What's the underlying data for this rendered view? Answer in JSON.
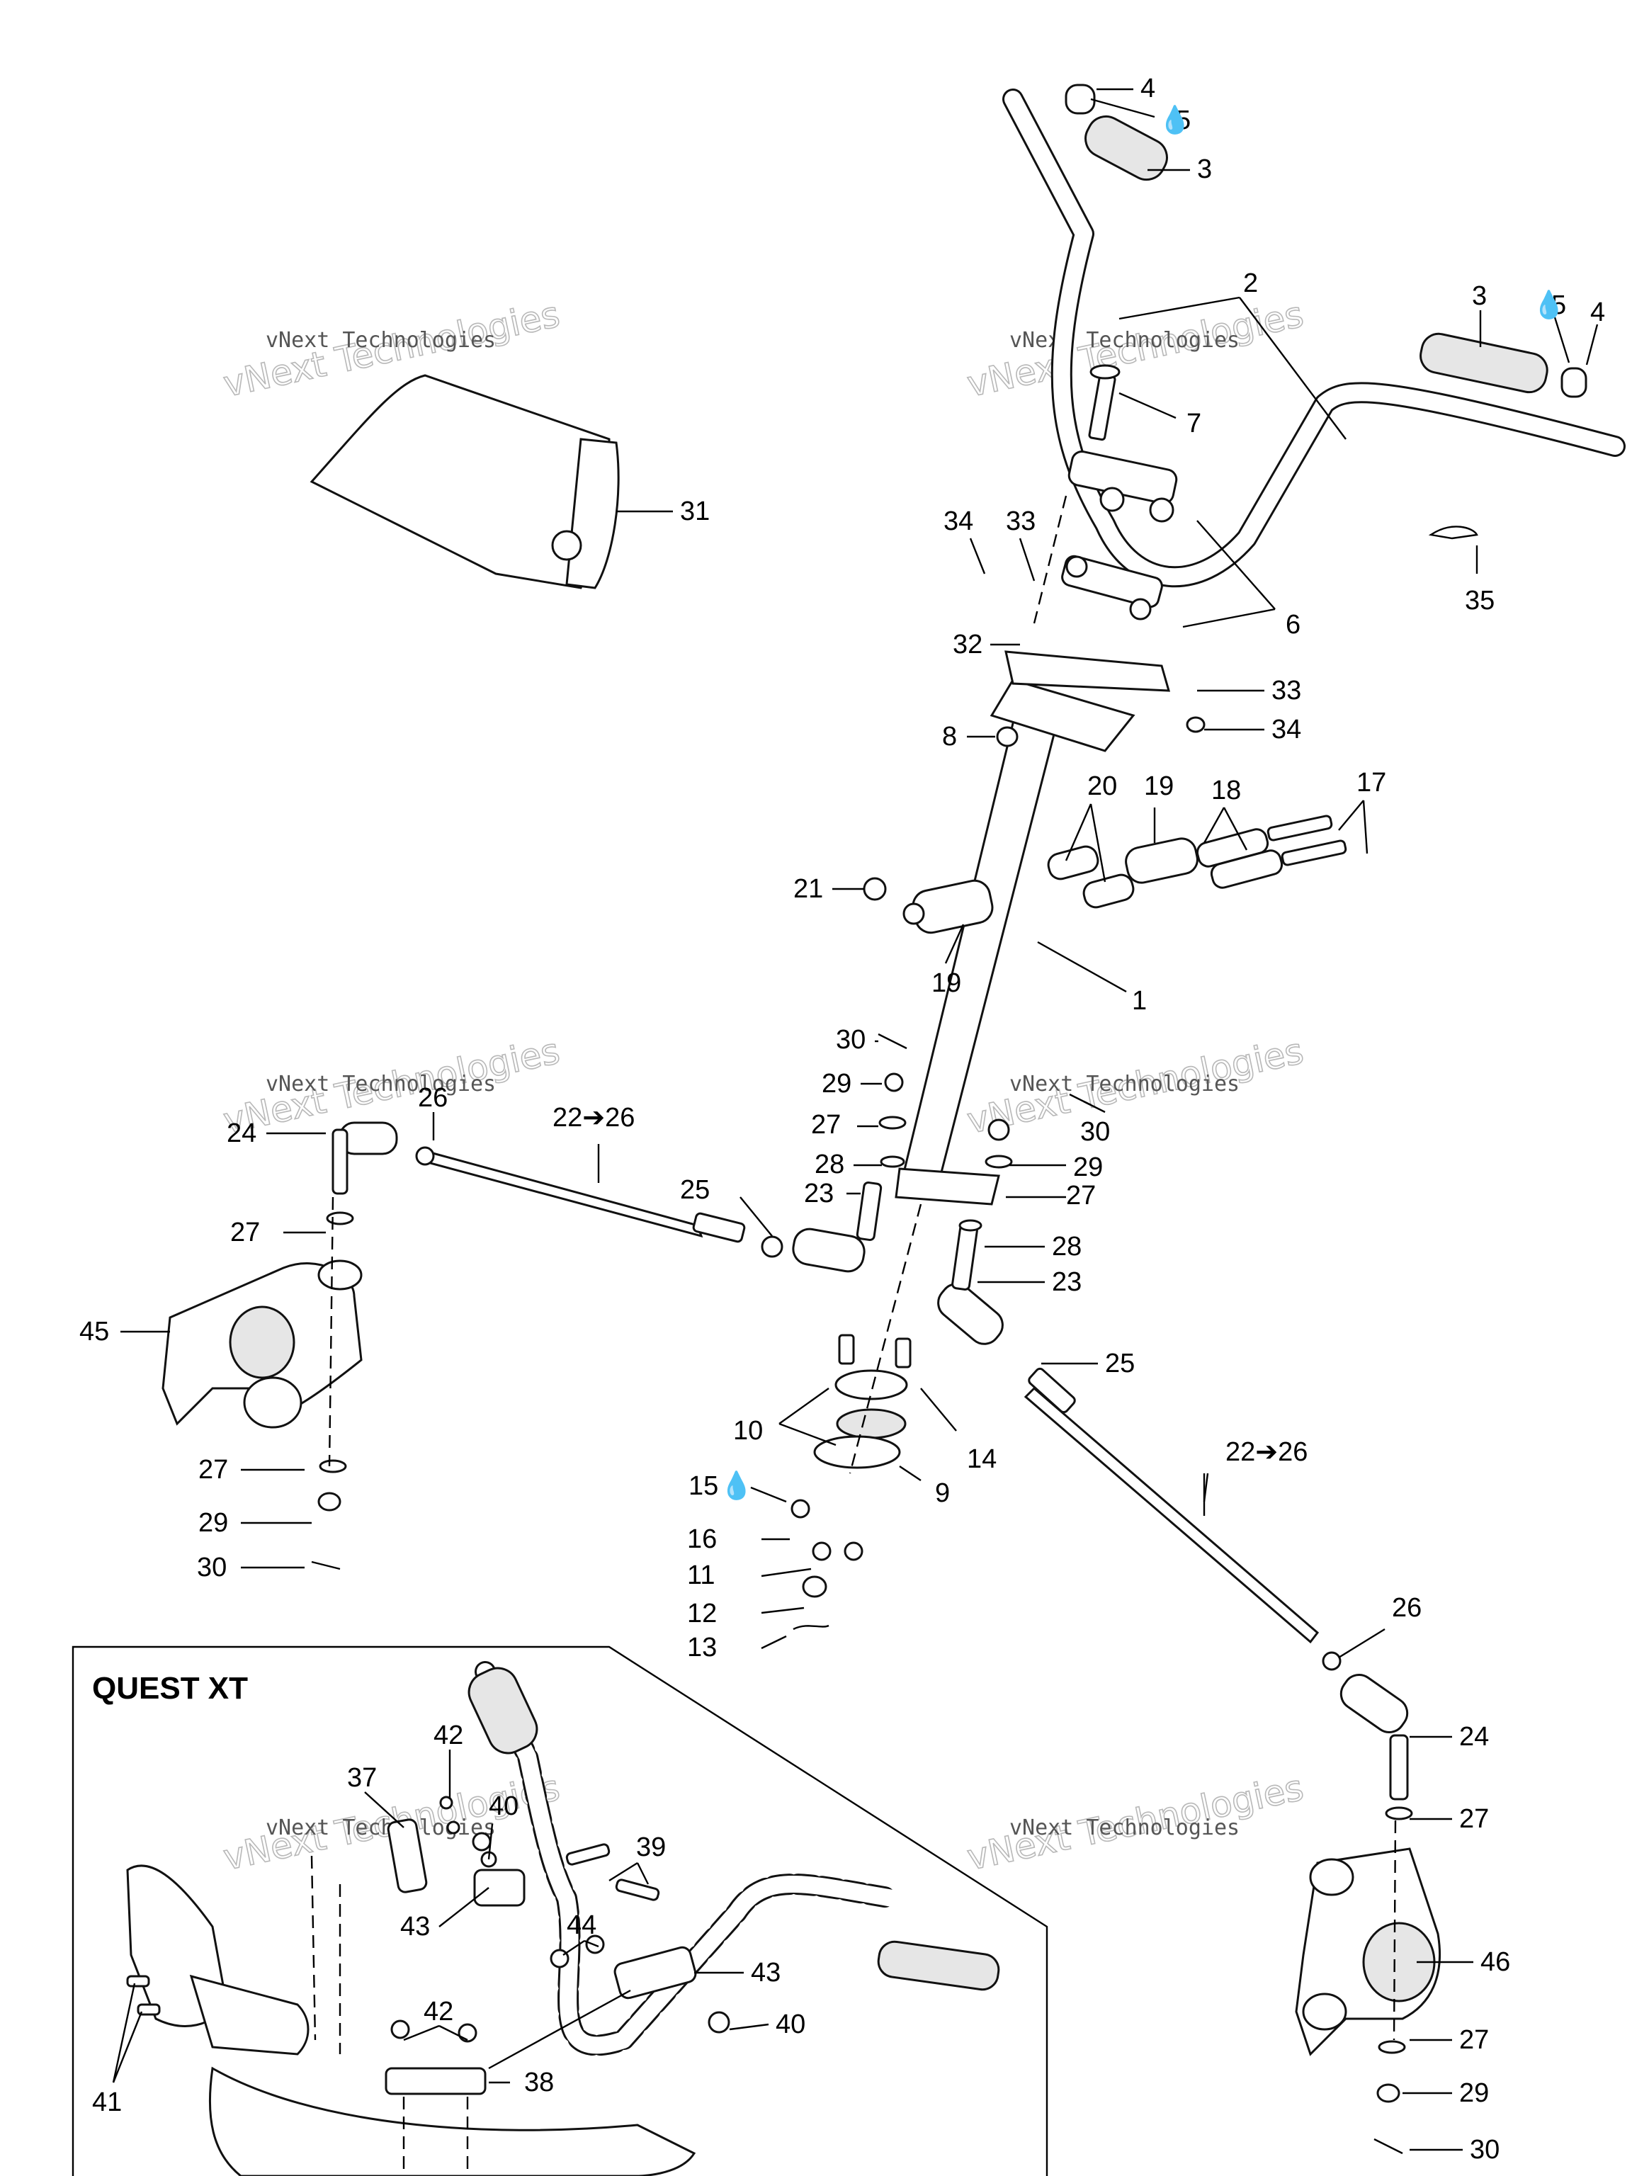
{
  "inset_title": "QUEST XT",
  "watermark": {
    "large": "vNext Technologies",
    "small": "vNext Technologies"
  },
  "callouts": [
    {
      "label": "4"
    },
    {
      "label": "5"
    },
    {
      "label": "3"
    },
    {
      "label": "2"
    },
    {
      "label": "3"
    },
    {
      "label": "5"
    },
    {
      "label": "4"
    },
    {
      "label": "7"
    },
    {
      "label": "31"
    },
    {
      "label": "34"
    },
    {
      "label": "33"
    },
    {
      "label": "6"
    },
    {
      "label": "35"
    },
    {
      "label": "32"
    },
    {
      "label": "33"
    },
    {
      "label": "34"
    },
    {
      "label": "8"
    },
    {
      "label": "20"
    },
    {
      "label": "19"
    },
    {
      "label": "18"
    },
    {
      "label": "17"
    },
    {
      "label": "21"
    },
    {
      "label": "19"
    },
    {
      "label": "1"
    },
    {
      "label": "30"
    },
    {
      "label": "26"
    },
    {
      "label": "29"
    },
    {
      "label": "24"
    },
    {
      "label": "22➔26"
    },
    {
      "label": "27"
    },
    {
      "label": "30"
    },
    {
      "label": "28"
    },
    {
      "label": "29"
    },
    {
      "label": "25"
    },
    {
      "label": "23"
    },
    {
      "label": "27"
    },
    {
      "label": "27"
    },
    {
      "label": "28"
    },
    {
      "label": "23"
    },
    {
      "label": "45"
    },
    {
      "label": "25"
    },
    {
      "label": "10"
    },
    {
      "label": "14"
    },
    {
      "label": "22➔26"
    },
    {
      "label": "27"
    },
    {
      "label": "9"
    },
    {
      "label": "15"
    },
    {
      "label": "29"
    },
    {
      "label": "16"
    },
    {
      "label": "30"
    },
    {
      "label": "11"
    },
    {
      "label": "12"
    },
    {
      "label": "13"
    },
    {
      "label": "26"
    },
    {
      "label": "42"
    },
    {
      "label": "24"
    },
    {
      "label": "37"
    },
    {
      "label": "40"
    },
    {
      "label": "39"
    },
    {
      "label": "27"
    },
    {
      "label": "44"
    },
    {
      "label": "43"
    },
    {
      "label": "46"
    },
    {
      "label": "43"
    },
    {
      "label": "42"
    },
    {
      "label": "40"
    },
    {
      "label": "27"
    },
    {
      "label": "41"
    },
    {
      "label": "38"
    },
    {
      "label": "29"
    },
    {
      "label": "30"
    }
  ]
}
